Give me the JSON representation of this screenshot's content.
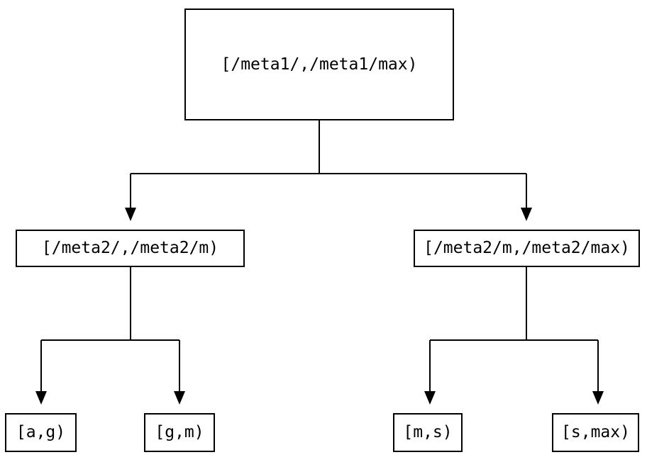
{
  "diagram": {
    "type": "binary-tree",
    "colors": {
      "background": "#ffffff",
      "line": "#000000",
      "node_border": "#000000",
      "node_fill": "#ffffff",
      "text": "#000000"
    },
    "nodes": {
      "root": {
        "label": "[/meta1/,/meta1/max)"
      },
      "meta2_low": {
        "label": "[/meta2/,/meta2/m)"
      },
      "meta2_high": {
        "label": "[/meta2/m,/meta2/max)"
      },
      "leaf_ag": {
        "label": "[a,g)"
      },
      "leaf_gm": {
        "label": "[g,m)"
      },
      "leaf_ms": {
        "label": "[m,s)"
      },
      "leaf_smax": {
        "label": "[s,max)"
      }
    },
    "edges": [
      {
        "from": "root",
        "to": "meta2_low"
      },
      {
        "from": "root",
        "to": "meta2_high"
      },
      {
        "from": "meta2_low",
        "to": "leaf_ag"
      },
      {
        "from": "meta2_low",
        "to": "leaf_gm"
      },
      {
        "from": "meta2_high",
        "to": "leaf_ms"
      },
      {
        "from": "meta2_high",
        "to": "leaf_smax"
      }
    ]
  }
}
